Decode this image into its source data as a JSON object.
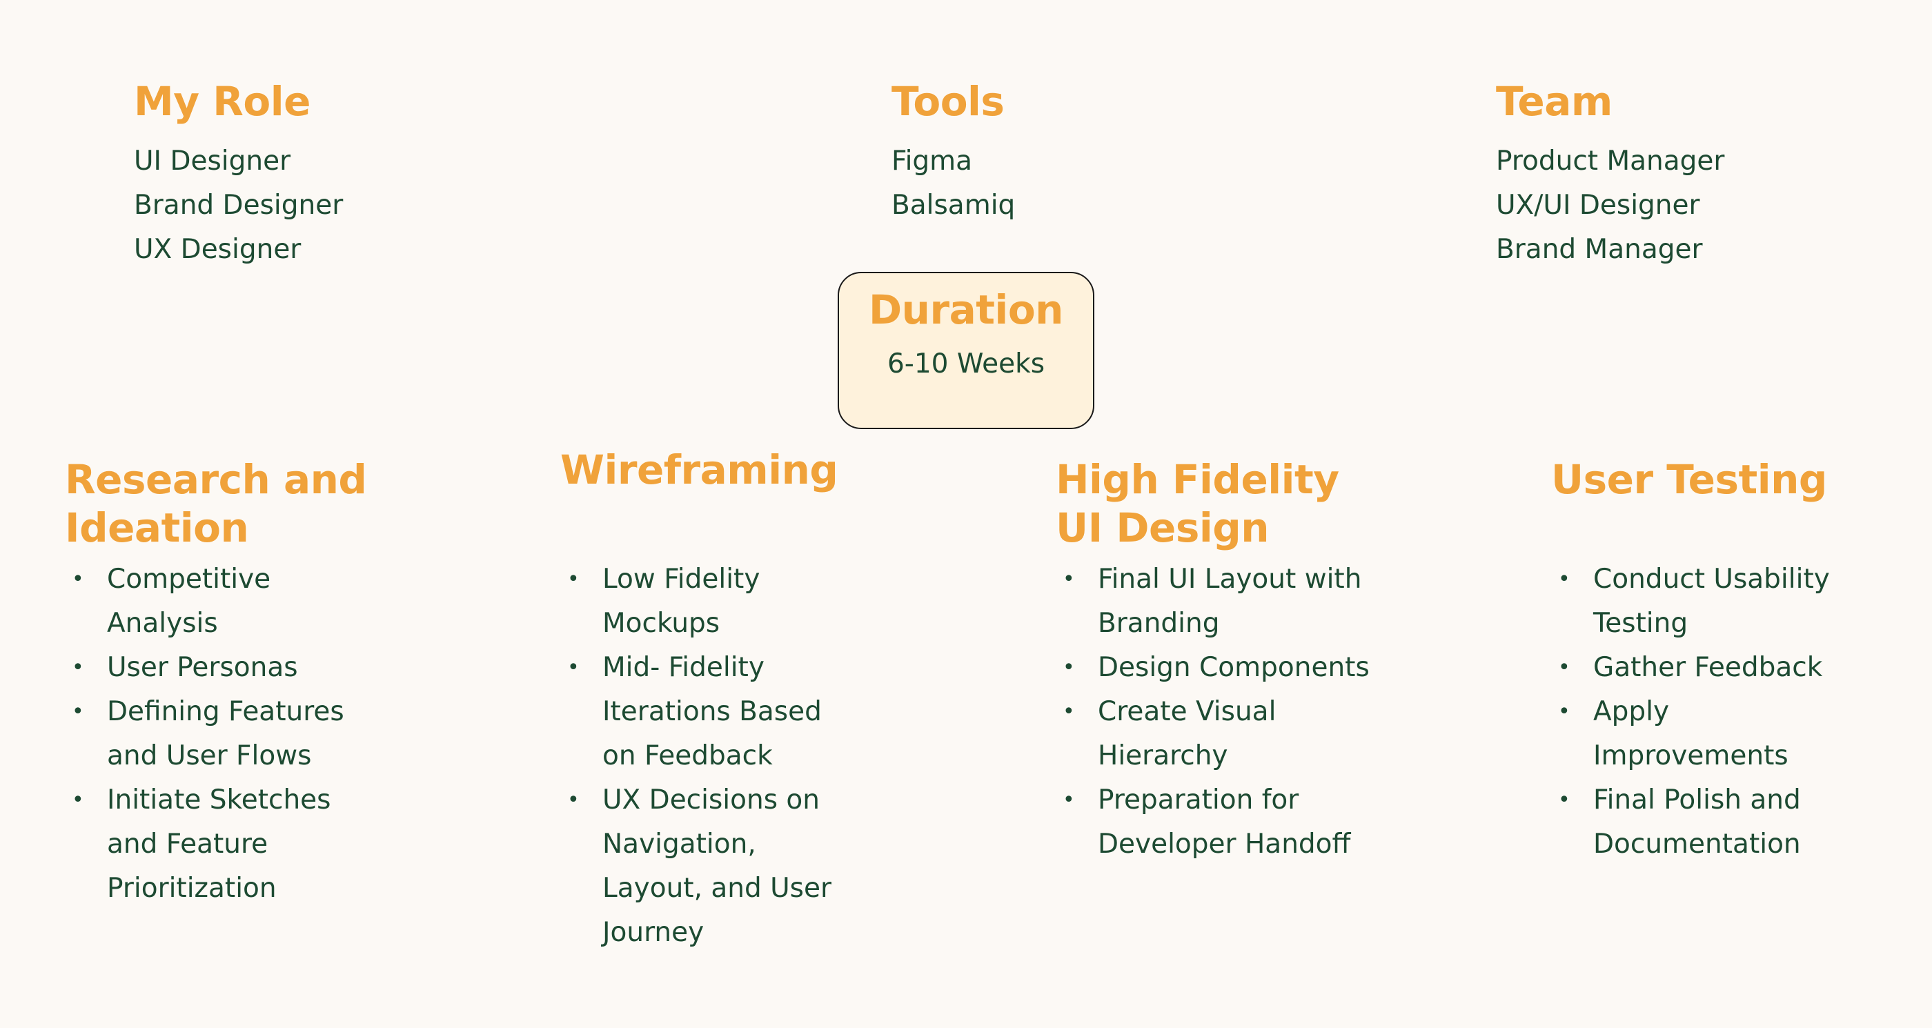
{
  "summary": {
    "my_role": {
      "title": "My Role",
      "items": [
        "UI Designer",
        "Brand Designer",
        "UX Designer"
      ]
    },
    "tools": {
      "title": "Tools",
      "items": [
        "Figma",
        "Balsamiq"
      ]
    },
    "team": {
      "title": "Team",
      "items": [
        "Product Manager",
        "UX/UI Designer",
        "Brand Manager"
      ]
    }
  },
  "duration": {
    "title": "Duration",
    "value": "6-10 Weeks"
  },
  "phases": {
    "research": {
      "title_line1": "Research and",
      "title_line2": "Ideation",
      "items": [
        "Competitive Analysis",
        "User Personas",
        "Defining Features and User Flows",
        "Initiate Sketches and Feature Prioritization"
      ]
    },
    "wireframing": {
      "title": "Wireframing",
      "items": [
        "Low Fidelity Mockups",
        "Mid- Fidelity Iterations Based on Feedback",
        "UX Decisions on Navigation, Layout, and User Journey"
      ]
    },
    "hifi": {
      "title_line1": "High Fidelity",
      "title_line2": "UI Design",
      "items": [
        "Final UI Layout with Branding",
        "Design Components",
        "Create Visual Hierarchy",
        "Preparation for Developer Handoff"
      ]
    },
    "testing": {
      "title": "User Testing",
      "items": [
        "Conduct Usability Testing",
        "Gather Feedback",
        "Apply Improvements",
        "Final Polish and Documentation"
      ]
    }
  }
}
